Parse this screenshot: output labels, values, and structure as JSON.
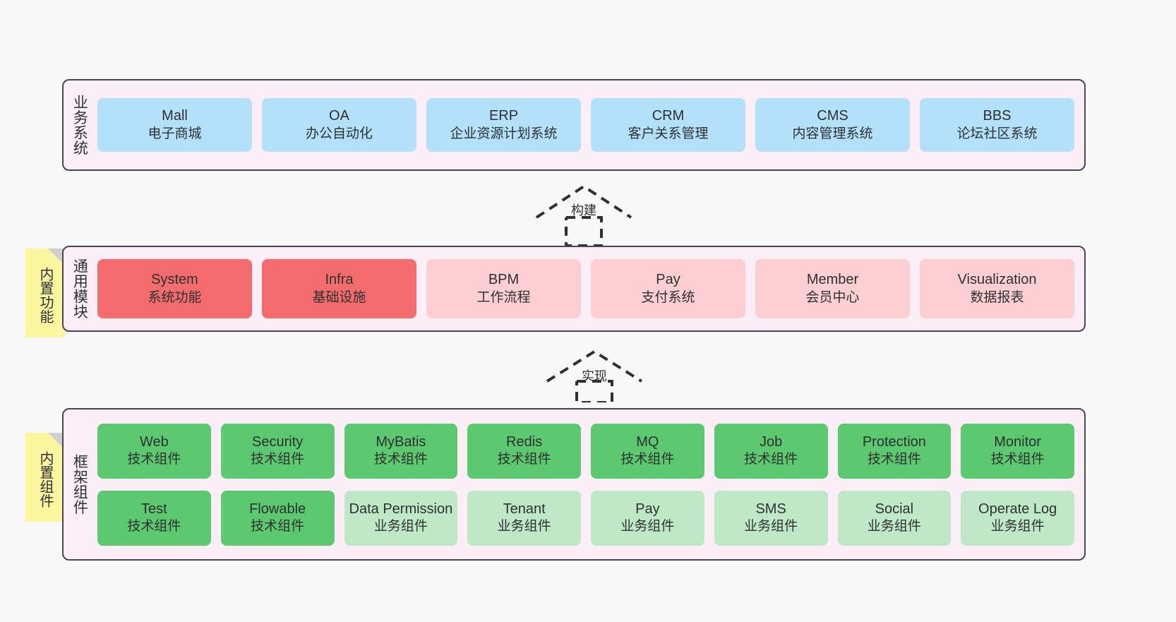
{
  "diagram": {
    "background_color": "#f8f8f8",
    "layer_fill": "#fbeef6",
    "layer_border": "#4b4453",
    "colors": {
      "business_system": "#b3e0fb",
      "module_enabled": "#f56c6c",
      "module_disabled": "#fccfd2",
      "tech_component": "#5cc86f",
      "biz_component": "#bfe8c6",
      "sticky_note": "#fbf7a0",
      "sticky_fold": "#cfcfcf"
    }
  },
  "layers": [
    {
      "key": "business",
      "title": "业务系统",
      "cards": [
        {
          "name": "Mall",
          "desc": "电子商城"
        },
        {
          "name": "OA",
          "desc": "办公自动化"
        },
        {
          "name": "ERP",
          "desc": "企业资源计划系统"
        },
        {
          "name": "CRM",
          "desc": "客户关系管理"
        },
        {
          "name": "CMS",
          "desc": "内容管理系统"
        },
        {
          "name": "BBS",
          "desc": "论坛社区系统"
        }
      ]
    },
    {
      "key": "modules",
      "title": "通用模块",
      "tag": "内置功能",
      "cards": [
        {
          "name": "System",
          "desc": "系统功能",
          "state": "on"
        },
        {
          "name": "Infra",
          "desc": "基础设施",
          "state": "on"
        },
        {
          "name": "BPM",
          "desc": "工作流程",
          "state": "off"
        },
        {
          "name": "Pay",
          "desc": "支付系统",
          "state": "off"
        },
        {
          "name": "Member",
          "desc": "会员中心",
          "state": "off"
        },
        {
          "name": "Visualization",
          "desc": "数据报表",
          "state": "off"
        }
      ]
    },
    {
      "key": "framework",
      "title": "框架组件",
      "tag": "内置组件",
      "rows": [
        [
          {
            "name": "Web",
            "desc": "技术组件",
            "kind": "tech"
          },
          {
            "name": "Security",
            "desc": "技术组件",
            "kind": "tech"
          },
          {
            "name": "MyBatis",
            "desc": "技术组件",
            "kind": "tech"
          },
          {
            "name": "Redis",
            "desc": "技术组件",
            "kind": "tech"
          },
          {
            "name": "MQ",
            "desc": "技术组件",
            "kind": "tech"
          },
          {
            "name": "Job",
            "desc": "技术组件",
            "kind": "tech"
          },
          {
            "name": "Protection",
            "desc": "技术组件",
            "kind": "tech"
          },
          {
            "name": "Monitor",
            "desc": "技术组件",
            "kind": "tech"
          }
        ],
        [
          {
            "name": "Test",
            "desc": "技术组件",
            "kind": "tech"
          },
          {
            "name": "Flowable",
            "desc": "技术组件",
            "kind": "tech"
          },
          {
            "name": "Data Permission",
            "desc": "业务组件",
            "kind": "biz"
          },
          {
            "name": "Tenant",
            "desc": "业务组件",
            "kind": "biz"
          },
          {
            "name": "Pay",
            "desc": "业务组件",
            "kind": "biz"
          },
          {
            "name": "SMS",
            "desc": "业务组件",
            "kind": "biz"
          },
          {
            "name": "Social",
            "desc": "业务组件",
            "kind": "biz"
          },
          {
            "name": "Operate Log",
            "desc": "业务组件",
            "kind": "biz"
          }
        ]
      ]
    }
  ],
  "connectors": [
    {
      "key": "build",
      "label": "构建",
      "from": "modules",
      "to": "business"
    },
    {
      "key": "implement",
      "label": "实现",
      "from": "framework",
      "to": "modules"
    }
  ]
}
